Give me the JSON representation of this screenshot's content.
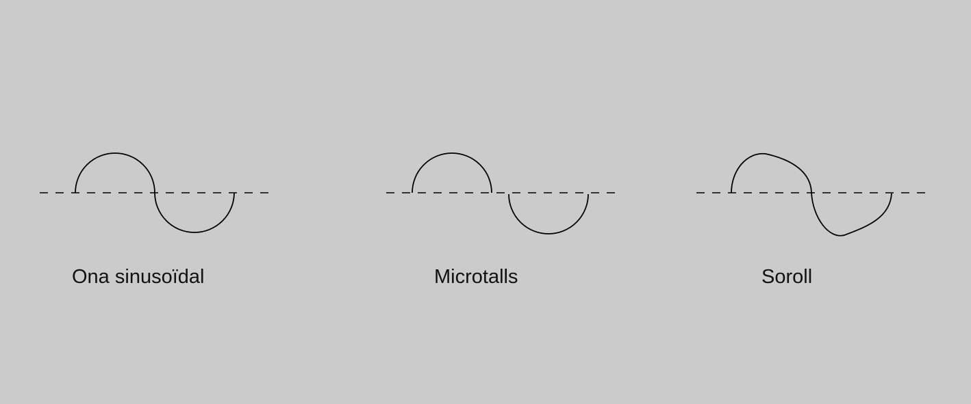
{
  "background_color": "#cbcbcb",
  "line_color": "#000000",
  "panels": [
    {
      "id": "sine",
      "label": "Ona sinusoïdal"
    },
    {
      "id": "microcuts",
      "label": "Microtalls"
    },
    {
      "id": "noise",
      "label": "Soroll"
    }
  ]
}
